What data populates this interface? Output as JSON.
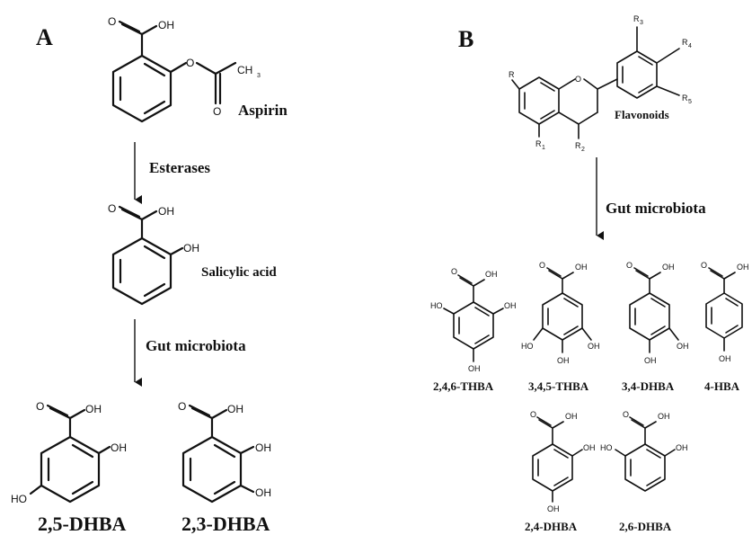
{
  "panels": {
    "a": "A",
    "b": "B"
  },
  "panel_a": {
    "aspirin": "Aspirin",
    "step1": "Esterases",
    "salicylic": "Salicylic acid",
    "step2": "Gut microbiota",
    "products": [
      "2,5-DHBA",
      "2,3-DHBA"
    ]
  },
  "panel_b": {
    "flavonoids": "Flavonoids",
    "step": "Gut microbiota",
    "products_row1": [
      "2,4,6-THBA",
      "3,4,5-THBA",
      "3,4-DHBA",
      "4-HBA"
    ],
    "products_row2": [
      "2,4-DHBA",
      "2,6-DHBA"
    ]
  },
  "atoms": {
    "O": "O",
    "OH": "OH",
    "HO": "HO",
    "CH": "CH",
    "three": "3",
    "R": "R",
    "R1": "1",
    "R2": "2",
    "R3": "3",
    "R4": "4",
    "R5": "5"
  }
}
